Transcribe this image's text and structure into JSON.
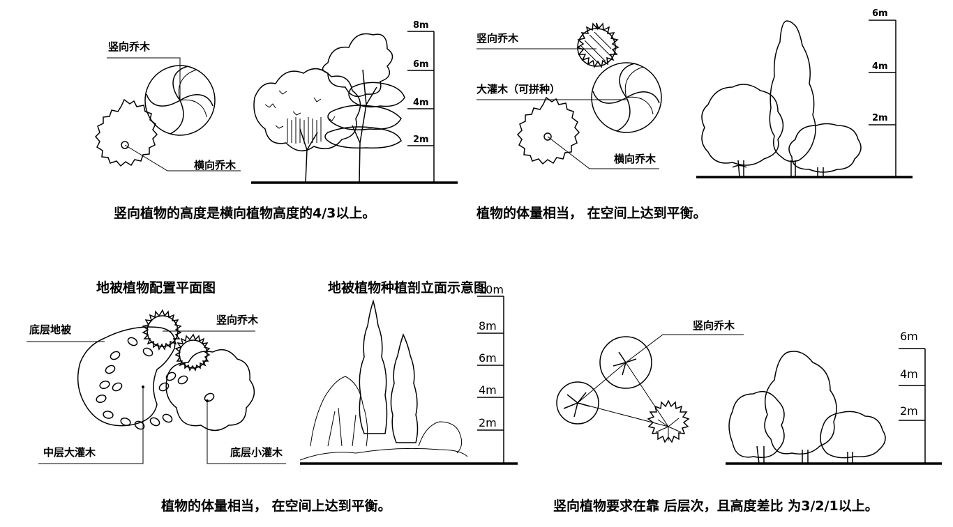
{
  "panels": [
    {
      "caption": "竖向植物的高度是横向植物高度的4/3以上。",
      "labels": {
        "vertical_tree": "竖向乔木",
        "horizontal_tree": "横向乔木"
      },
      "scale": [
        "8m",
        "6m",
        "4m",
        "2m"
      ]
    },
    {
      "caption": "植物的体量相当， 在空间上达到平衡。",
      "labels": {
        "vertical_tree": "竖向乔木",
        "large_shrub": "大灌木（可拼种）",
        "horizontal_tree": "横向乔木"
      },
      "scale": [
        "6m",
        "4m",
        "2m"
      ]
    },
    {
      "title": "地被植物配置平面图",
      "caption": "植物的体量相当， 在空间上达到平衡。",
      "labels": {
        "ground_cover": "底层地被",
        "vertical_tree": "竖向乔木",
        "mid_shrub": "中层大灌木",
        "low_shrub": "底层小灌木"
      }
    },
    {
      "title": "地被植物种植剖立面示意图",
      "scale": [
        "10m",
        "8m",
        "6m",
        "4m",
        "2m"
      ]
    },
    {
      "caption": "竖向植物要求在靠 后层次，且高度差比 为3/2/1以上。",
      "labels": {
        "vertical_tree": "竖向乔木"
      },
      "scale": [
        "6m",
        "4m",
        "2m"
      ]
    }
  ],
  "icons": {
    "tree_plan": "tree-plan-symbol",
    "tree_elevation": "tree-elevation-drawing"
  }
}
